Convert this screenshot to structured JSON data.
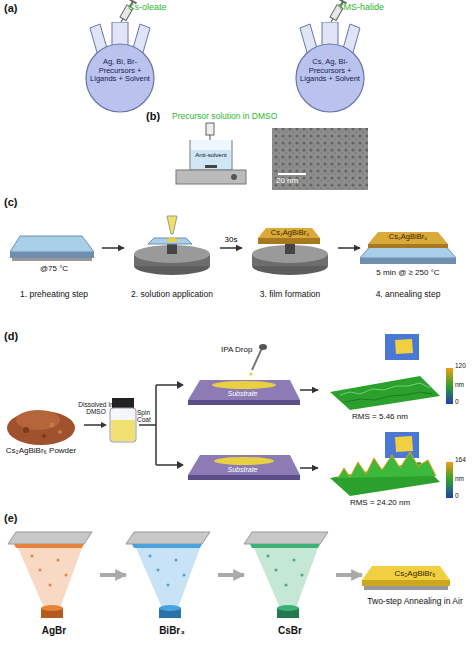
{
  "diagram": {
    "nodes": [
      {
        "text": [
          "Ag, Bi, Br- Precursors + Ligands + Solvent"
        ]
      },
      {
        "text": [
          "Cs, Ag, Bi- Precursors + Ligands + Solvent"
        ]
      },
      {
        "text": [
          "@75 °C",
          "1. preheating step"
        ]
      },
      {
        "text": [
          "2. solution application"
        ]
      },
      {
        "text": [
          "Cs₂AgBiBr₆",
          "3. film formation"
        ]
      },
      {
        "text": [
          "Cs₂AgBiBr₆",
          "5 min @ ≥ 250 °C",
          "4. annealing step"
        ]
      },
      {
        "text": [
          "Cs₂AgBiBr₆ Powder"
        ]
      },
      {
        "text": [
          "IPA Drop",
          "Substrate"
        ]
      },
      {
        "text": [
          "RMS = 5.46 nm"
        ]
      },
      {
        "text": [
          "Substrate"
        ]
      },
      {
        "text": [
          "RMS = 24.20 nm"
        ]
      },
      {
        "text": [
          "AgBr"
        ]
      },
      {
        "text": [
          "BiBr₃"
        ]
      },
      {
        "text": [
          "CsBr"
        ]
      },
      {
        "text": [
          "Cs₂AgBiBr₆",
          "Two-step Annealing in Air"
        ]
      }
    ],
    "edges": [
      {
        "from": 2,
        "to": 3,
        "arrow": "to"
      },
      {
        "from": 3,
        "to": 4,
        "label": "30s",
        "arrow": "to"
      },
      {
        "from": 4,
        "to": 5,
        "arrow": "to"
      },
      {
        "from": 7,
        "to": 8,
        "arrow": "to"
      },
      {
        "from": 9,
        "to": 10,
        "arrow": "to"
      },
      {
        "from": 11,
        "to": 12,
        "arrow": "to"
      },
      {
        "from": 12,
        "to": 13,
        "arrow": "to"
      },
      {
        "from": 13,
        "to": 14,
        "arrow": "to"
      }
    ],
    "labels": [
      "(a)",
      "Cs-oleate",
      "TMS-halide",
      "(b)",
      "Precursor solution in DMSO",
      "Anti-solvent",
      "20 nm",
      "(c)",
      "(d)",
      "Dissolved In DMSO",
      "Spin Coat",
      "120",
      "nm",
      "0",
      "164",
      "nm",
      "0",
      "(e)"
    ]
  }
}
